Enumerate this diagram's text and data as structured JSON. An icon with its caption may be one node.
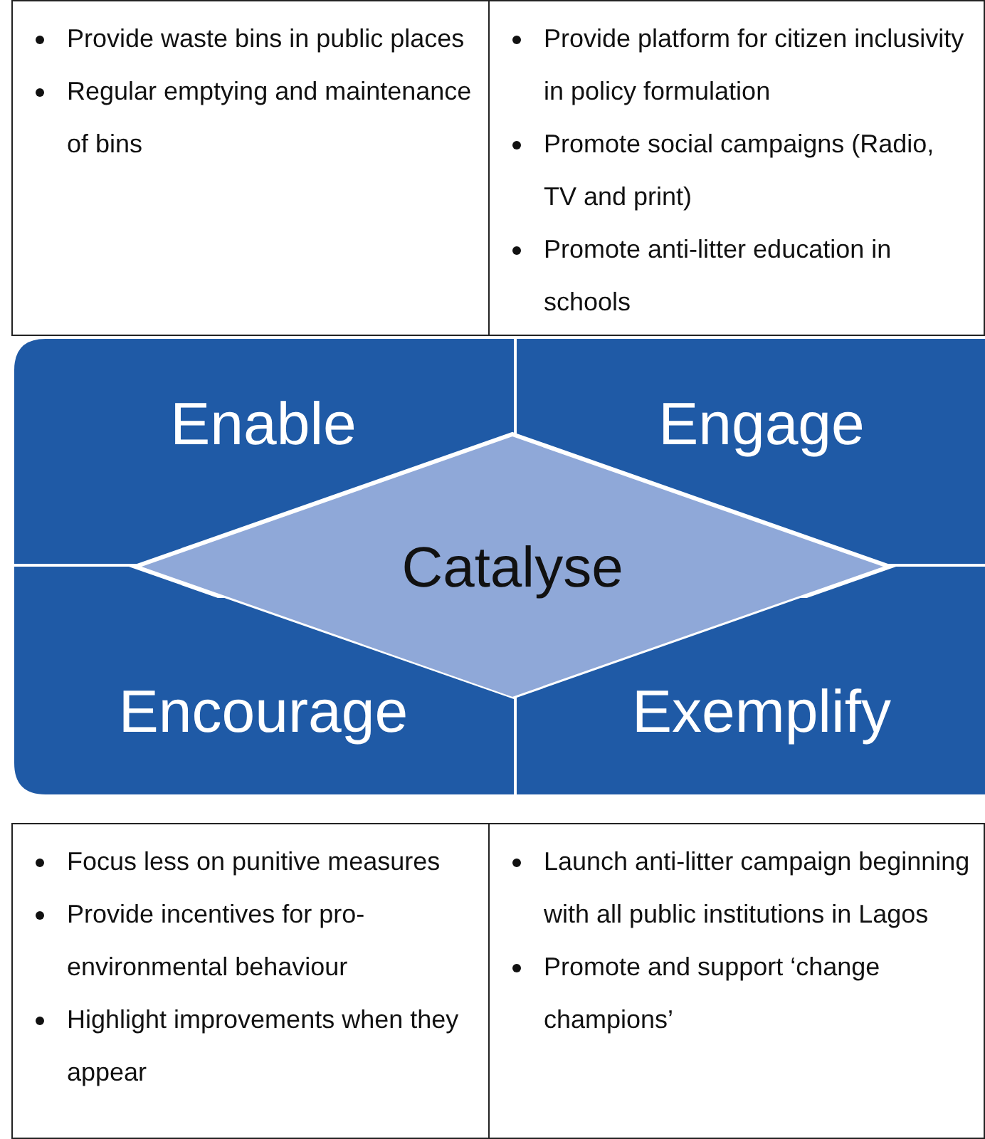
{
  "diagram": {
    "nodes": [
      {
        "text": [
          "Provide waste bins in public places",
          "Regular emptying and maintenance of bins"
        ]
      },
      {
        "text": [
          "Provide platform for citizen inclusivity in policy formulation",
          "Promote social campaigns (Radio, TV and print)",
          "Promote anti-litter education in schools"
        ]
      },
      {
        "text": [
          "Enable"
        ]
      },
      {
        "text": [
          "Engage"
        ]
      },
      {
        "text": [
          "Catalyse"
        ]
      },
      {
        "text": [
          "Encourage"
        ]
      },
      {
        "text": [
          "Exemplify"
        ]
      },
      {
        "text": [
          "Focus less on punitive measures",
          "Provide incentives for pro-environmental behaviour",
          "Highlight improvements when they appear"
        ]
      },
      {
        "text": [
          "Launch anti-litter campaign beginning with all public institutions in Lagos",
          "Promote and support ‘change champions’"
        ]
      }
    ]
  }
}
